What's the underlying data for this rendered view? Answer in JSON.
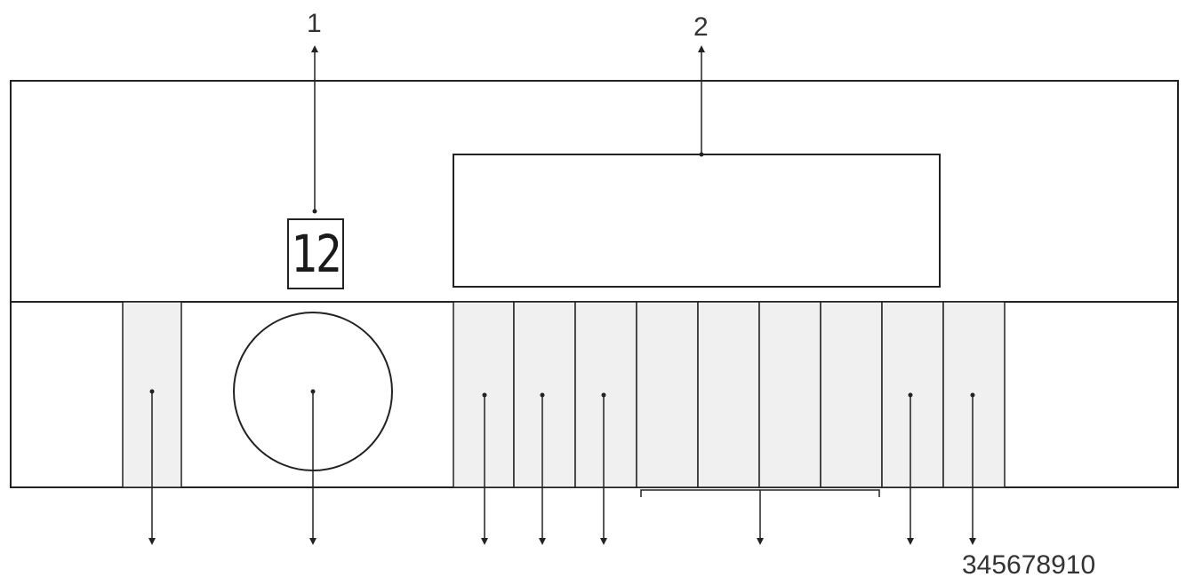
{
  "callouts": {
    "label_1": "1",
    "label_2": "2",
    "bottom_labels": "345678910"
  },
  "display": {
    "digits": "12"
  },
  "colors": {
    "line": "#222222",
    "button_fill": "#f0f0f0",
    "panel_fill": "#ffffff"
  }
}
